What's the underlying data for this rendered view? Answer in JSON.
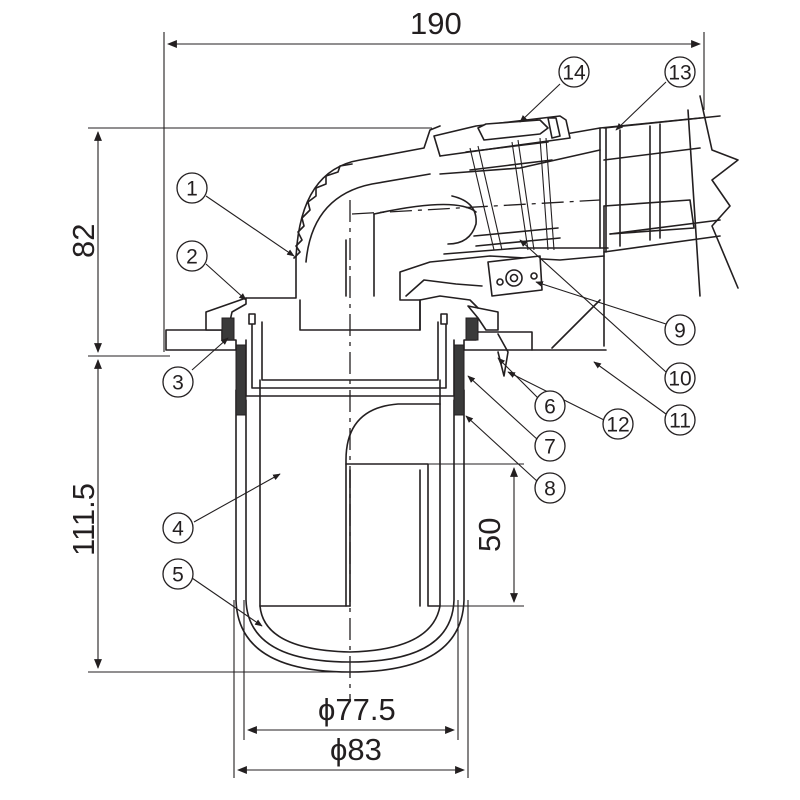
{
  "dimensions": {
    "total_width": "190",
    "upper_height": "82",
    "lower_height": "111.5",
    "trap_depth": "50",
    "inner_diameter": "ϕ77.5",
    "outer_diameter": "ϕ83"
  },
  "callouts": [
    "1",
    "2",
    "3",
    "4",
    "5",
    "6",
    "7",
    "8",
    "9",
    "10",
    "11",
    "12",
    "13",
    "14"
  ],
  "colors": {
    "line": "#231f20",
    "background": "#ffffff"
  }
}
